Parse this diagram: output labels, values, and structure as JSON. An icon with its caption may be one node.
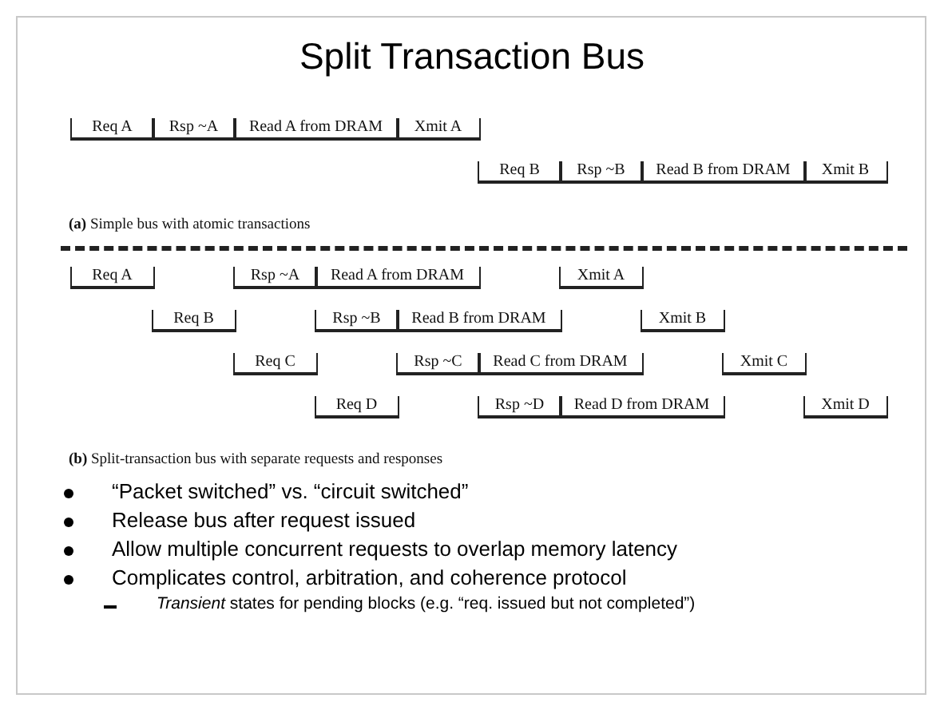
{
  "diagram": {
    "title": "Split Transaction Bus",
    "labels": [
      "Req A",
      "Rsp ~A",
      "Read A from DRAM",
      "Xmit A",
      "Req B",
      "Rsp ~B",
      "Read B from DRAM",
      "Xmit B",
      "**(a)** Simple bus with atomic transactions",
      "Req A",
      "Rsp ~A",
      "Read A from DRAM",
      "Xmit A",
      "Req B",
      "Rsp ~B",
      "Read B from DRAM",
      "Xmit B",
      "Req C",
      "Rsp ~C",
      "Read C from DRAM",
      "Xmit C",
      "Req D",
      "Rsp ~D",
      "Read D from DRAM",
      "Xmit D",
      "**(b)** Split-transaction bus with separate requests and responses",
      "“Packet switched” vs. “circuit switched”",
      "Release bus after request issued",
      "Allow multiple concurrent requests to overlap memory latency",
      "Complicates control, arbitration, and coherence protocol",
      "*Transient* states for pending blocks (e.g. “req. issued but not completed”)"
    ]
  }
}
